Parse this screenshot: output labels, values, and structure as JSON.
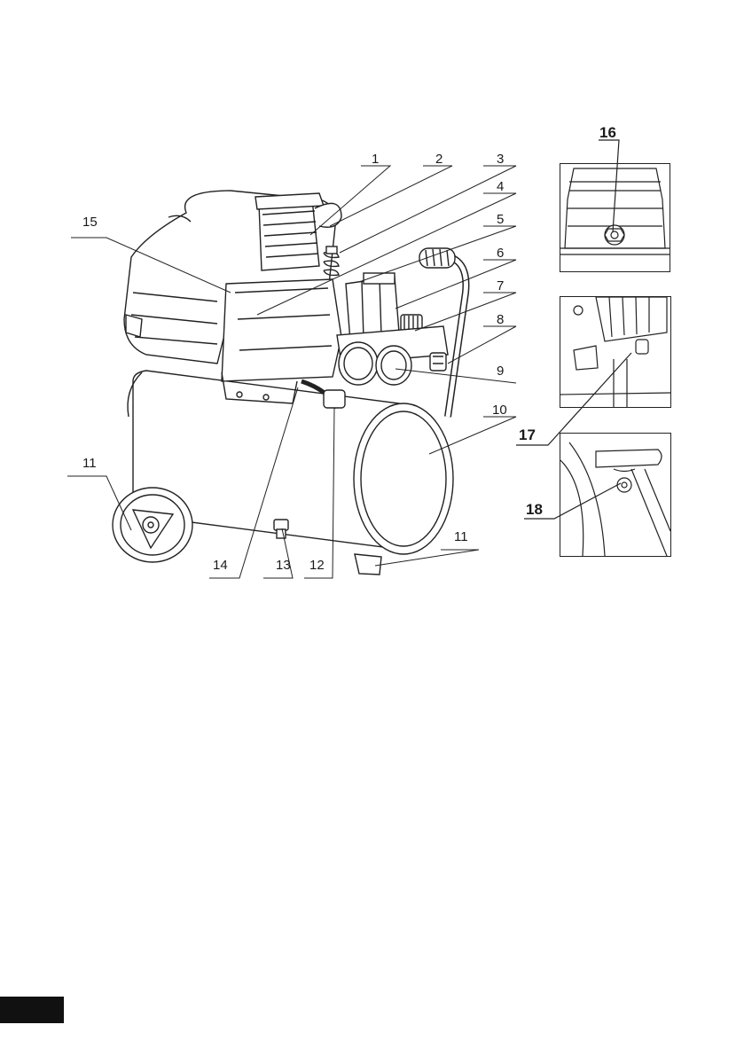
{
  "diagram": {
    "callouts": [
      {
        "id": "1",
        "text": "1"
      },
      {
        "id": "2",
        "text": "2"
      },
      {
        "id": "3",
        "text": "3"
      },
      {
        "id": "4",
        "text": "4"
      },
      {
        "id": "5",
        "text": "5"
      },
      {
        "id": "6",
        "text": "6"
      },
      {
        "id": "7",
        "text": "7"
      },
      {
        "id": "8",
        "text": "8"
      },
      {
        "id": "9",
        "text": "9"
      },
      {
        "id": "10",
        "text": "10"
      },
      {
        "id": "11a",
        "text": "11"
      },
      {
        "id": "11b",
        "text": "11"
      },
      {
        "id": "12",
        "text": "12"
      },
      {
        "id": "13",
        "text": "13"
      },
      {
        "id": "14",
        "text": "14"
      },
      {
        "id": "15",
        "text": "15"
      }
    ],
    "insets": [
      {
        "id": "16",
        "text": "16"
      },
      {
        "id": "17",
        "text": "17"
      },
      {
        "id": "18",
        "text": "18"
      }
    ]
  }
}
